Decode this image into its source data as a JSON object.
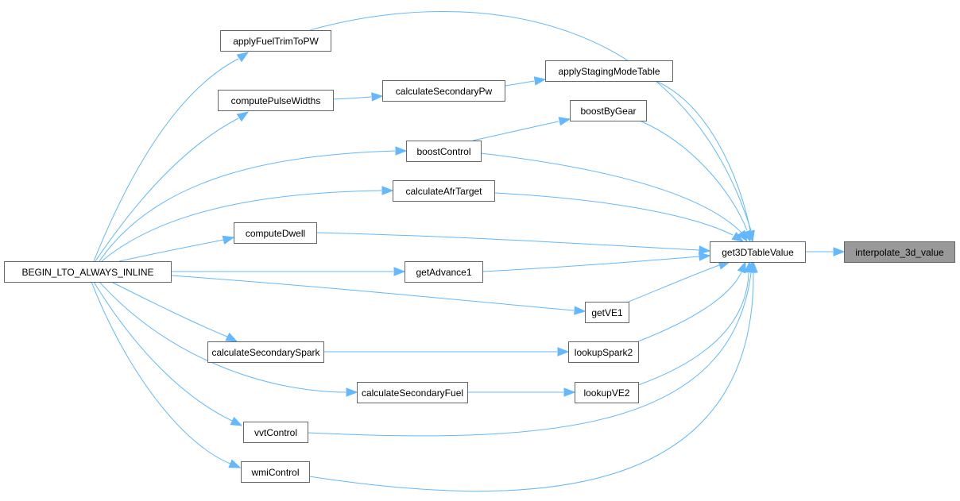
{
  "graph": {
    "title": "get3DTableValue caller graph",
    "edge_color": "#63b8ff",
    "node_border_color": "#666666",
    "highlight_fill": "#999999",
    "nodes": {
      "interpolate": "interpolate_3d_value",
      "get3d": "get3DTableValue",
      "begin": "BEGIN_LTO_ALWAYS_INLINE",
      "applyFuelTrim": "applyFuelTrimToPW",
      "computePulseWidths": "computePulseWidths",
      "calcSecPw": "calculateSecondaryPw",
      "applyStaging": "applyStagingModeTable",
      "boostByGear": "boostByGear",
      "boostControl": "boostControl",
      "calcAfr": "calculateAfrTarget",
      "computeDwell": "computeDwell",
      "getAdvance1": "getAdvance1",
      "getVE1": "getVE1",
      "calcSecSpark": "calculateSecondarySpark",
      "lookupSpark2": "lookupSpark2",
      "calcSecFuel": "calculateSecondaryFuel",
      "lookupVE2": "lookupVE2",
      "vvtControl": "vvtControl",
      "wmiControl": "wmiControl"
    },
    "highlighted": "interpolate",
    "edges": [
      [
        "get3d",
        "interpolate"
      ],
      [
        "applyFuelTrim",
        "get3d"
      ],
      [
        "applyStaging",
        "get3d"
      ],
      [
        "boostByGear",
        "get3d"
      ],
      [
        "boostControl",
        "get3d"
      ],
      [
        "calcAfr",
        "get3d"
      ],
      [
        "computeDwell",
        "get3d"
      ],
      [
        "getAdvance1",
        "get3d"
      ],
      [
        "getVE1",
        "get3d"
      ],
      [
        "lookupSpark2",
        "get3d"
      ],
      [
        "lookupVE2",
        "get3d"
      ],
      [
        "vvtControl",
        "get3d"
      ],
      [
        "wmiControl",
        "get3d"
      ],
      [
        "begin",
        "applyFuelTrim"
      ],
      [
        "begin",
        "computePulseWidths"
      ],
      [
        "begin",
        "boostControl"
      ],
      [
        "begin",
        "calcAfr"
      ],
      [
        "begin",
        "computeDwell"
      ],
      [
        "begin",
        "getAdvance1"
      ],
      [
        "begin",
        "getVE1"
      ],
      [
        "begin",
        "calcSecSpark"
      ],
      [
        "begin",
        "calcSecFuel"
      ],
      [
        "begin",
        "vvtControl"
      ],
      [
        "begin",
        "wmiControl"
      ],
      [
        "computePulseWidths",
        "calcSecPw"
      ],
      [
        "calcSecPw",
        "applyStaging"
      ],
      [
        "boostControl",
        "boostByGear"
      ],
      [
        "calcSecSpark",
        "lookupSpark2"
      ],
      [
        "calcSecFuel",
        "lookupVE2"
      ]
    ]
  }
}
